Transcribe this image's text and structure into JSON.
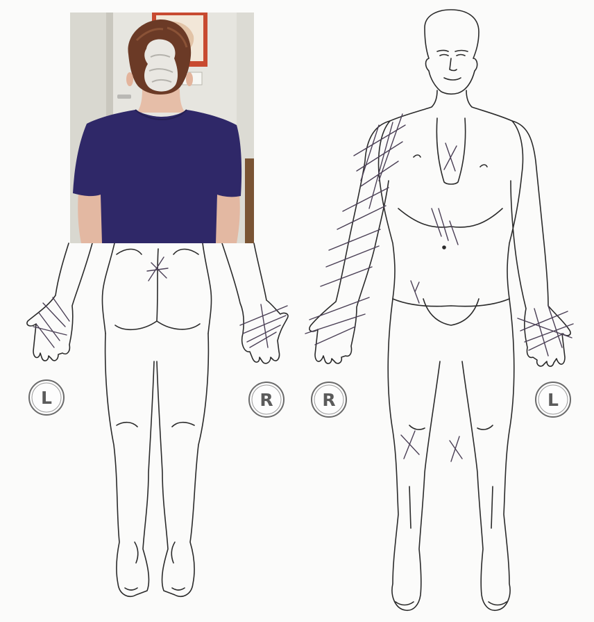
{
  "labels": {
    "back_left": "L",
    "back_right": "R",
    "front_right": "R",
    "front_left": "L"
  },
  "colors": {
    "outline": "#2a2a2a",
    "marking": "#4a3f55",
    "badge_ring": "#6a6a6a",
    "shirt": "#2f2868",
    "wall": "#e9e8e3"
  },
  "photo": {
    "subject": "woman-back-view"
  }
}
